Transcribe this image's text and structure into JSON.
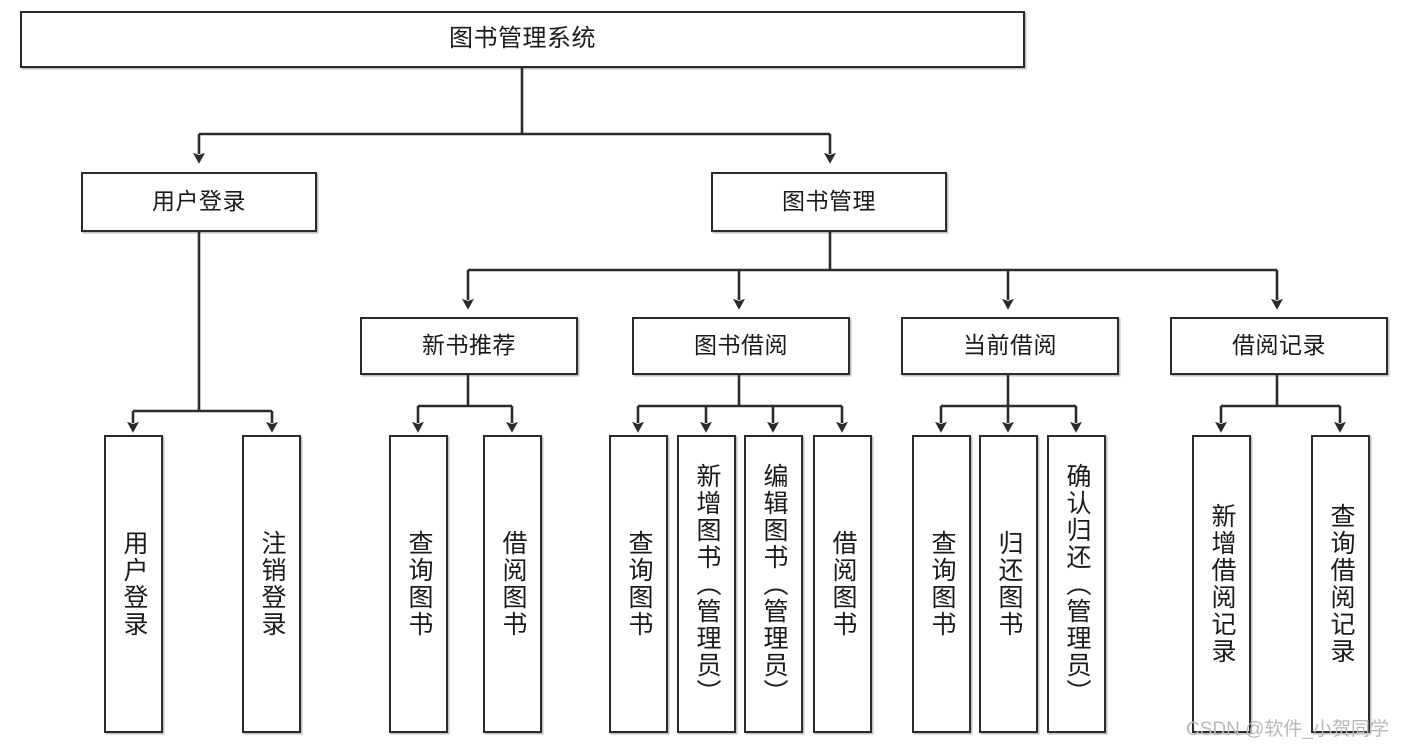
{
  "diagram": {
    "title": "图书管理系统",
    "watermark": "CSDN @软件_小贺同学",
    "line_color": "#2b2b2b",
    "box_fill": "#ffffff",
    "text_color": "#1a1a1a",
    "root": {
      "label": "图书管理系统"
    },
    "level2": [
      {
        "label": "用户登录"
      },
      {
        "label": "图书管理"
      }
    ],
    "level3": [
      {
        "label": "新书推荐"
      },
      {
        "label": "图书借阅"
      },
      {
        "label": "当前借阅"
      },
      {
        "label": "借阅记录"
      }
    ],
    "leaves": {
      "user_login": [
        {
          "label": "用户登录"
        },
        {
          "label": "注销登录"
        }
      ],
      "new_book": [
        {
          "label": "查询图书"
        },
        {
          "label": "借阅图书"
        }
      ],
      "book_borrow": [
        {
          "label": "查询图书"
        },
        {
          "label": "新增图书（管理员）"
        },
        {
          "label": "编辑图书（管理员）"
        },
        {
          "label": "借阅图书"
        }
      ],
      "current_borrow": [
        {
          "label": "查询图书"
        },
        {
          "label": "归还图书"
        },
        {
          "label": "确认归还（管理员）"
        }
      ],
      "borrow_record": [
        {
          "label": "新增借阅记录"
        },
        {
          "label": "查询借阅记录"
        }
      ]
    }
  }
}
